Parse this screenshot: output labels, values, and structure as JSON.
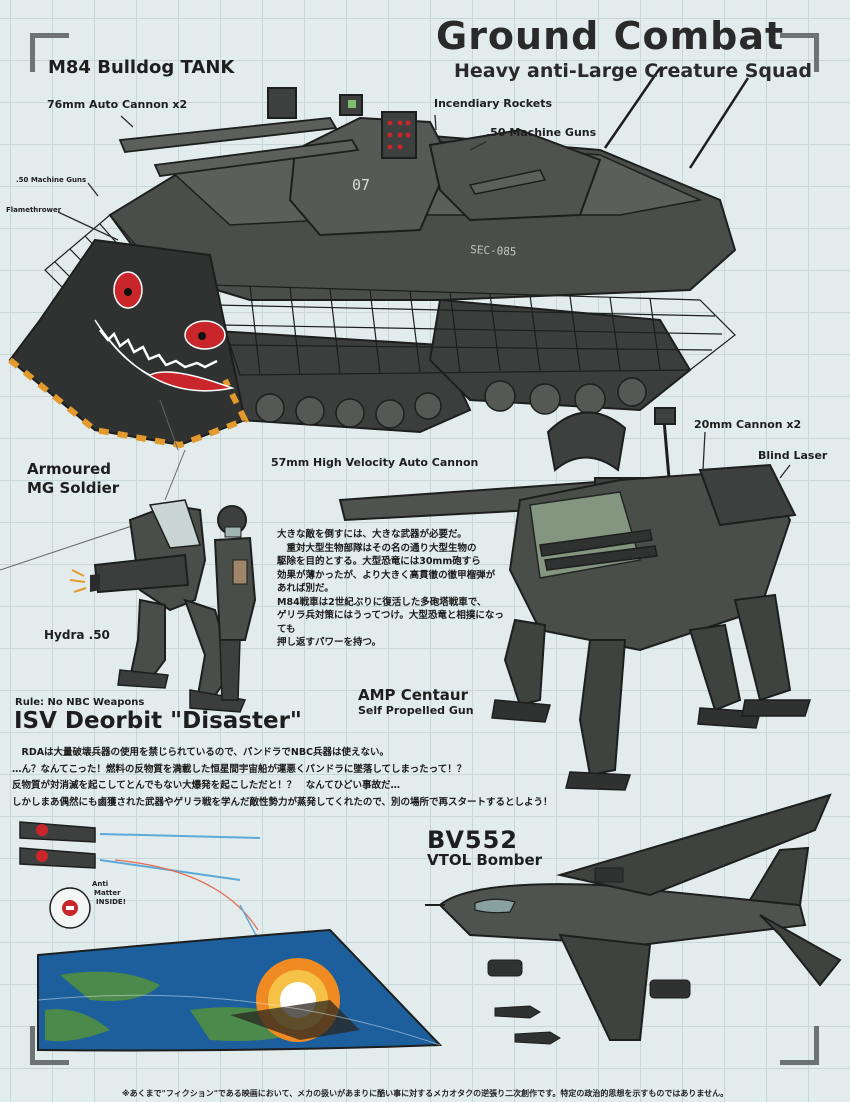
{
  "header": {
    "title": "Ground Combat",
    "subtitle": "Heavy anti-Large Creature Squad"
  },
  "tank": {
    "title": "M84 Bulldog TANK",
    "labels": {
      "auto_cannon": "76mm Auto Cannon x2",
      "rockets": "Incendiary Rockets",
      "mg_right": ".50 Machine Guns",
      "mg_left": ".50 Machine Guns",
      "flamethrower": "Flamethrower"
    },
    "turret_number": "07",
    "hull_code": "SEC-085"
  },
  "soldier": {
    "title_line1": "Armoured",
    "title_line2": "MG Soldier",
    "weapon": "Hydra .50"
  },
  "description_ja": [
    "大きな敵を倒すには、大きな武器が必要だ。",
    "　重対大型生物部隊はその名の通り大型生物の",
    "駆除を目的とする。大型恐竜には30mm砲すら",
    "効果が薄かったが、より大きく高貫徹の徹甲榴弾が",
    "あれば別だ。",
    "M84戦車は2世紀ぶりに復活した多砲塔戦車で、",
    "ゲリラ兵対策にはうってつけ。大型恐竜と相撲になっても",
    "押し返すパワーを持つ。"
  ],
  "centaur": {
    "title": "AMP Centaur",
    "subtitle": "Self Propelled Gun",
    "labels": {
      "main_gun": "57mm High Velocity Auto Cannon",
      "cannon": "20mm Cannon x2",
      "laser": "Blind Laser"
    }
  },
  "isv": {
    "rule": "Rule: No NBC Weapons",
    "title": "ISV Deorbit \"Disaster\"",
    "text": [
      "　RDAは大量破壊兵器の使用を禁じられているので、パンドラでNBC兵器は使えない。",
      "…ん？なんてこった！燃料の反物質を満載した恒星間宇宙船が運悪くパンドラに墜落してしまったって！？",
      "反物質が対消滅を起こしてとんでもない大爆発を起こしただと！？　なんてひどい事故だ…",
      "しかしまあ偶然にも鹵獲された武器やゲリラ戦を学んだ敵性勢力が蒸発してくれたので、別の場所で再スタートするとしよう！"
    ],
    "callout": [
      "Anti",
      "Matter",
      "INSIDE!"
    ]
  },
  "bomber": {
    "title": "BV552",
    "subtitle": "VTOL Bomber"
  },
  "footer": "※あくまで\"フィクション\"である映画において、メカの扱いがあまりに酷い事に対するメカオタクの逆張り二次創作です。特定の政治的思想を示すものではありません。",
  "colors": {
    "background": "#e3ecec",
    "grid": "#c9d6d8",
    "armor": "#4a4e4b",
    "armor_dark": "#2f3230",
    "shark_red": "#c8262b",
    "hazard_orange": "#e39a2c",
    "explosion": "#f08a22",
    "ocean": "#1c5f9c",
    "land": "#4b8a4a"
  }
}
